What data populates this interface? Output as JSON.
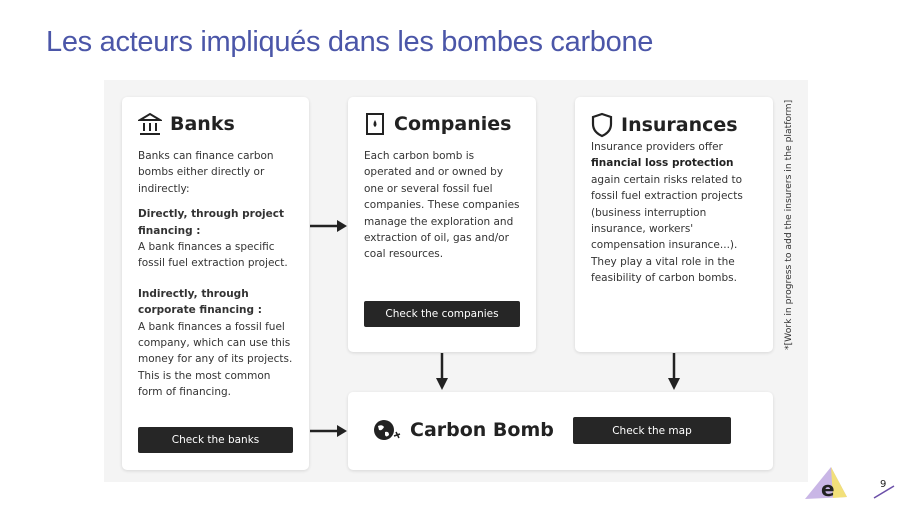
{
  "title": "Les acteurs impliqués dans les bombes carbone",
  "banks": {
    "heading": "Banks",
    "intro": "Banks can finance carbon bombs either directly or indirectly:",
    "direct_label": "Directly, through project financing :",
    "direct_text": "A bank finances a specific fossil fuel extraction project.",
    "indirect_label": "Indirectly, through corporate financing :",
    "indirect_text": "A bank finances a fossil fuel company, which can use this money for any of its projects. This is the most common form of financing.",
    "button": "Check the banks"
  },
  "companies": {
    "heading": "Companies",
    "text": "Each carbon bomb is operated and or owned by one or several fossil fuel companies. These companies manage the exploration and extraction of oil, gas and/or coal resources.",
    "button": "Check the companies"
  },
  "insurances": {
    "heading": "Insurances",
    "text_before": "Insurance providers offer",
    "bold": "financial loss protection",
    "text_after": "again certain risks related to fossil fuel extraction projects (business interruption insurance, workers' compensation insurance...). They play a vital role in the feasibility of carbon bombs."
  },
  "carbon_bomb": {
    "heading": "Carbon Bomb",
    "button": "Check the map"
  },
  "side_note": "*[Work in progress to add the insurers in the platform]",
  "page_number": "9"
}
